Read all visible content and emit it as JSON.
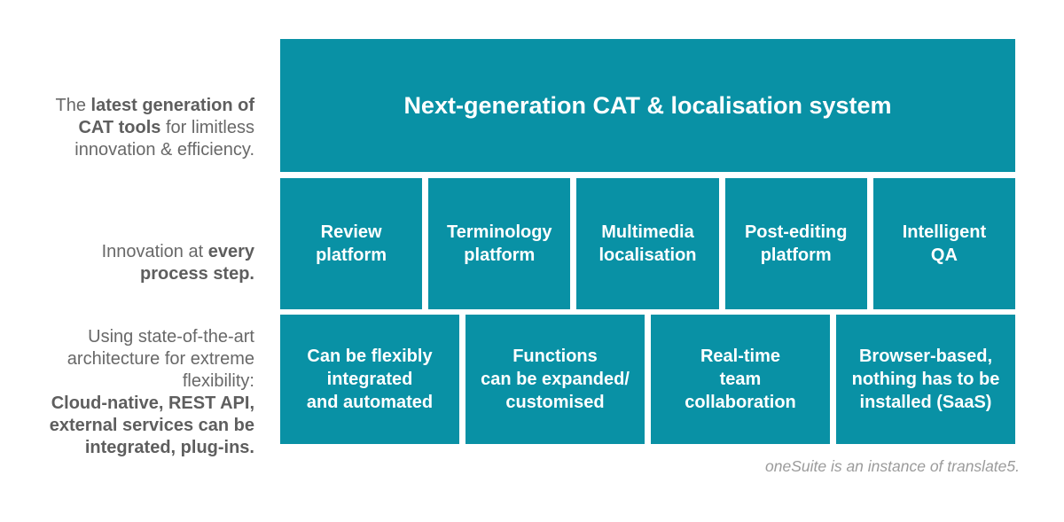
{
  "colors": {
    "box_teal": "#0991a5",
    "box_text": "#ffffff",
    "note_gray": "#686868",
    "note_bold_gray": "#5e5e5e",
    "footnote_gray": "#9b9b9b",
    "background": "#ffffff"
  },
  "notes": [
    {
      "segments": [
        {
          "text": "The ",
          "bold": false
        },
        {
          "text": "latest generation of\nCAT tools",
          "bold": true
        },
        {
          "text": " for limitless\ninnovation & efficiency.",
          "bold": false
        }
      ]
    },
    {
      "segments": [
        {
          "text": "Innovation at ",
          "bold": false
        },
        {
          "text": "every\nprocess step.",
          "bold": true
        }
      ]
    },
    {
      "segments": [
        {
          "text": "Using state-of-the-art\narchitecture for extreme\nflexibility:",
          "bold": false
        },
        {
          "text": "\nCloud-native, REST API,\nexternal services can be\nintegrated, plug-ins.",
          "bold": true
        }
      ]
    }
  ],
  "header_box": {
    "label": "Next-generation CAT & localisation system"
  },
  "platform_boxes": [
    {
      "label": "Review\nplatform"
    },
    {
      "label": "Terminology\nplatform"
    },
    {
      "label": "Multimedia\nlocalisation"
    },
    {
      "label": "Post-editing\nplatform"
    },
    {
      "label": "Intelligent\nQA"
    }
  ],
  "feature_boxes": [
    {
      "label": "Can be flexibly\nintegrated\nand automated"
    },
    {
      "label": "Functions\ncan be expanded/\ncustomised"
    },
    {
      "label": "Real-time\nteam\ncollaboration"
    },
    {
      "label": "Browser-based,\nnothing has to be\ninstalled (SaaS)"
    }
  ],
  "footnote": {
    "text": "oneSuite is an instance of translate5."
  }
}
